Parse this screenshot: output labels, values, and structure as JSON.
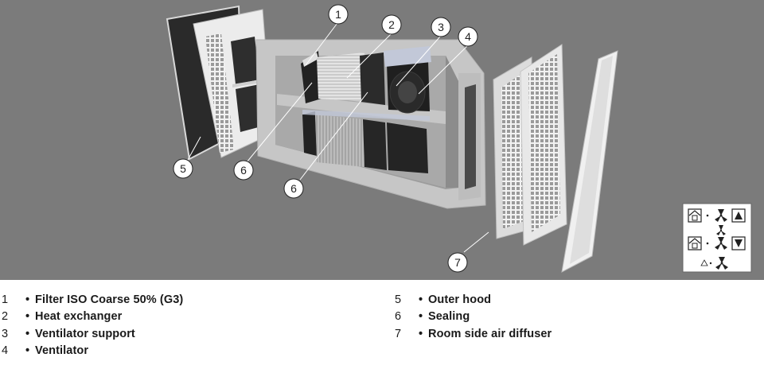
{
  "callouts": [
    {
      "number": "1"
    },
    {
      "number": "2"
    },
    {
      "number": "3"
    },
    {
      "number": "4"
    },
    {
      "number": "5"
    },
    {
      "number": "6"
    },
    {
      "number": "6"
    },
    {
      "number": "7"
    }
  ],
  "legend": [
    {
      "number": "1",
      "label": "Filter ISO Coarse 50% (G3)"
    },
    {
      "number": "2",
      "label": "Heat exchanger"
    },
    {
      "number": "3",
      "label": "Ventilator support"
    },
    {
      "number": "4",
      "label": "Ventilator"
    },
    {
      "number": "5",
      "label": "Outer hood"
    },
    {
      "number": "6",
      "label": "Sealing"
    },
    {
      "number": "7",
      "label": "Room side air diffuser"
    }
  ],
  "colors": {
    "background": "#7b7b7b",
    "housing": "#c6c6c6",
    "filter_dark": "#262626",
    "diffuser": "#e6e6e6"
  }
}
